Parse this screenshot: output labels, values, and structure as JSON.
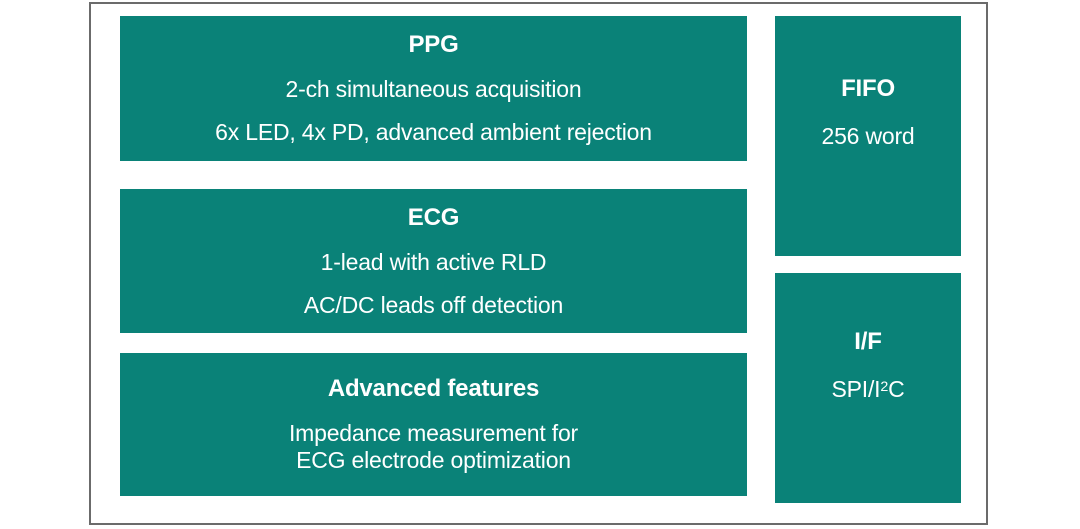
{
  "diagram": {
    "ppg": {
      "title": "PPG",
      "line1": "2-ch simultaneous acquisition",
      "line2": "6x LED, 4x PD, advanced ambient rejection"
    },
    "ecg": {
      "title": "ECG",
      "line1": "1-lead with active RLD",
      "line2": "AC/DC leads off detection"
    },
    "advanced": {
      "title": "Advanced features",
      "line1": "Impedance measurement for",
      "line2": "ECG electrode optimization"
    },
    "fifo": {
      "title": "FIFO",
      "detail": "256 word"
    },
    "interface": {
      "title": "I/F",
      "detail_prefix": "SPI/I",
      "detail_superscript": "2",
      "detail_suffix": "C"
    }
  },
  "colors": {
    "box_fill": "#0a8278",
    "box_text": "#ffffff",
    "frame_border": "#6b6b6b",
    "background": "#ffffff"
  }
}
